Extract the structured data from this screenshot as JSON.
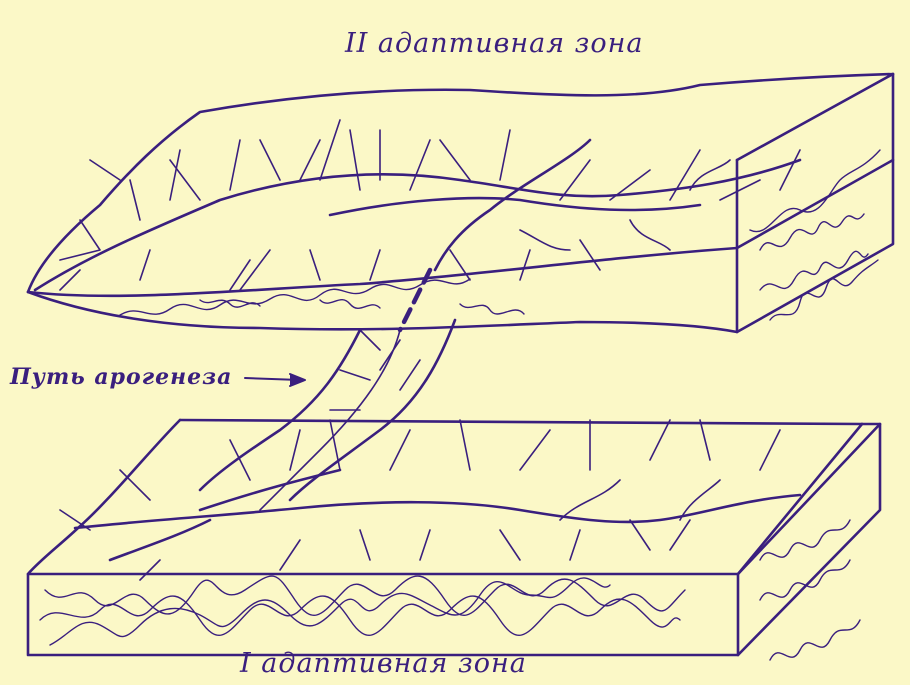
{
  "diagram": {
    "labels": {
      "top_zone": "II адаптивная зона",
      "bottom_zone": "I адаптивная зона",
      "path": "Путь арогенеза"
    },
    "colors": {
      "background": "#fbf8c7",
      "ink": "#3a1f7e"
    }
  }
}
